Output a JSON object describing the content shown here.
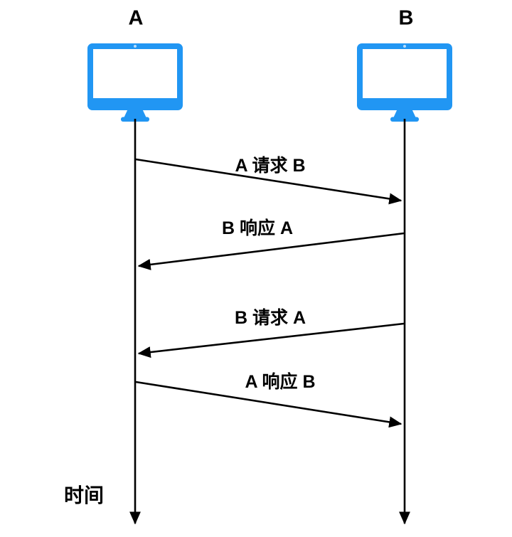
{
  "diagram": {
    "type": "sequence-diagram",
    "actors": [
      {
        "label": "A",
        "icon": "monitor-icon"
      },
      {
        "label": "B",
        "icon": "monitor-icon"
      }
    ],
    "messages": [
      {
        "label": "A 请求 B",
        "from": "A",
        "to": "B"
      },
      {
        "label": "B 响应 A",
        "from": "B",
        "to": "A"
      },
      {
        "label": "B 请求 A",
        "from": "B",
        "to": "A"
      },
      {
        "label": "A 响应 B",
        "from": "A",
        "to": "B"
      }
    ],
    "time_axis_label": "时间",
    "colors": {
      "device": "#2196F3",
      "device_screen": "#FFFFFF",
      "device_camera_dot": "#BBDEFB",
      "ink": "#000000",
      "background": "#FFFFFF"
    }
  }
}
